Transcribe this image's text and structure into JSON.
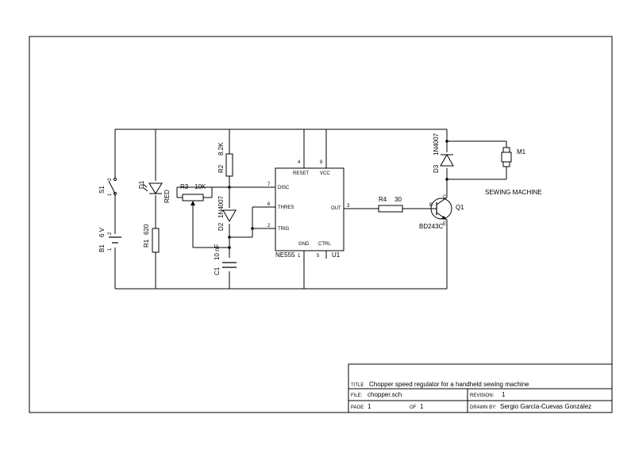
{
  "schematic": {
    "components": {
      "switch": {
        "ref": "S1",
        "pin1": "1",
        "pin2": "2"
      },
      "battery": {
        "ref": "B1",
        "value": "6 V",
        "pin1": "1",
        "pin2": "2"
      },
      "led": {
        "ref": "D1",
        "value": "RED"
      },
      "r1": {
        "ref": "R1",
        "value": "620"
      },
      "r2": {
        "ref": "R2",
        "value": "8.2K"
      },
      "r3": {
        "ref": "R3",
        "value": "10K"
      },
      "d2": {
        "ref": "D2",
        "value": "1N4007"
      },
      "c1": {
        "ref": "C1",
        "value": "10 nF"
      },
      "d3": {
        "ref": "D3",
        "value": "1N4007"
      },
      "motor": {
        "ref": "M1",
        "label": "SEWING MACHINE"
      },
      "r4": {
        "ref": "R4",
        "value": "30"
      },
      "q1": {
        "ref": "Q1",
        "value": "BD243C",
        "pin_b": "B",
        "pin_c": "C",
        "pin_e": "E"
      }
    },
    "ic": {
      "ref": "U1",
      "value": "NE555",
      "pins": {
        "reset": "RESET",
        "vcc": "VCC",
        "disc": "DISC",
        "thres": "THRES",
        "trig": "TRIG",
        "out": "OUT",
        "gnd": "GND",
        "ctrl": "CTRL",
        "n_reset": "4",
        "n_vcc": "8",
        "n_disc": "7",
        "n_thres": "6",
        "n_trig": "2",
        "n_out": "3",
        "n_gnd": "1",
        "n_ctrl": "5"
      }
    }
  },
  "title_block": {
    "title_label": "TITLE",
    "title": "Chopper speed regulator for a handheld sewing machine",
    "file_label": "FILE:",
    "file": "chopper.sch",
    "revision_label": "REVISION:",
    "revision": "1",
    "page_label": "PAGE",
    "page": "1",
    "of_label": "OF",
    "of": "1",
    "drawn_by_label": "DRAWN BY:",
    "drawn_by": "Sergio García-Cuevas González"
  }
}
